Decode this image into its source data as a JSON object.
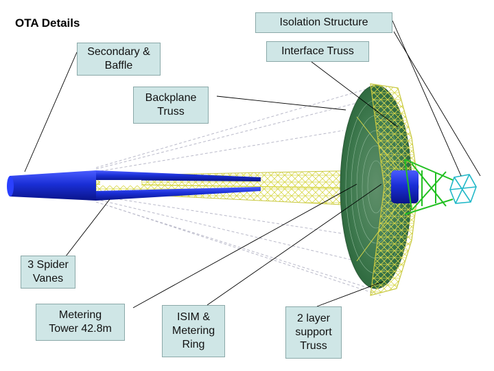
{
  "title": "OTA Details",
  "labels": {
    "isolation_structure": "Isolation Structure",
    "secondary_baffle": "Secondary &\nBaffle",
    "interface_truss": "Interface Truss",
    "backplane_truss": "Backplane\nTruss",
    "spider_vanes": "3 Spider\nVanes",
    "metering_tower": "Metering\nTower 42.8m",
    "isim_ring": "ISIM &\nMetering\nRing",
    "support_truss": "2 layer\nsupport\nTruss"
  },
  "colors": {
    "callout_fill": "#cfe6e6",
    "tower_blue": "#1a2fd6",
    "truss_yellow": "#d8d84a",
    "mirror_green": "#3f8a4a",
    "isolation_green": "#22c022",
    "cyan": "#20b8c8"
  }
}
